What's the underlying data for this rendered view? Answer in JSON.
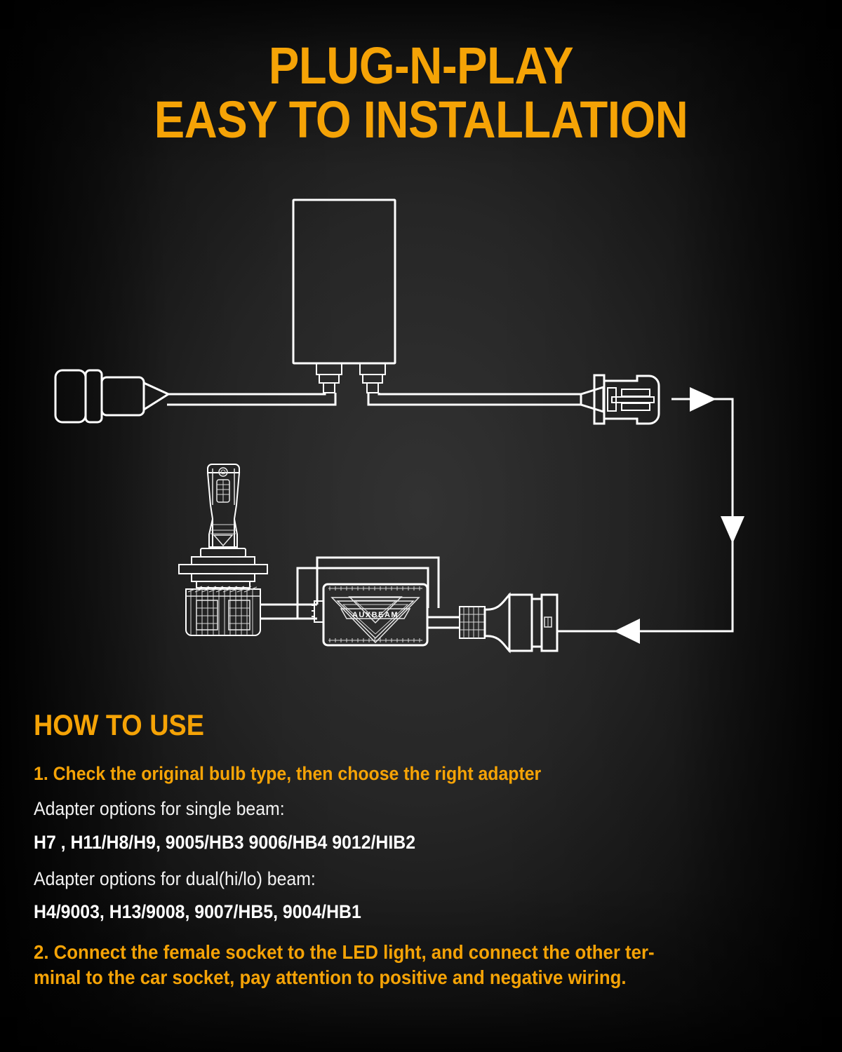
{
  "page": {
    "background_color": "#141414",
    "accent_color": "#F5A306",
    "line_color": "#FFFFFF"
  },
  "title": {
    "line1": "PLUG-N-PLAY",
    "line2": "EASY TO INSTALLATION"
  },
  "diagram": {
    "brand_logo_text": "AUXBEAM",
    "parts": {
      "relay_box": "relay-control-box",
      "female_socket": "female-socket-connector",
      "male_socket": "male-socket-connector",
      "led_bulb": "led-headlight-bulb",
      "driver_box": "led-driver-box",
      "driver_connector": "driver-output-connector"
    },
    "flow_arrows": 3
  },
  "howto": {
    "heading": "HOW TO USE",
    "step1": "1. Check the original bulb type, then choose the right adapter",
    "single_beam_label": "Adapter options for single beam:",
    "single_beam_values": "H7 , H11/H8/H9, 9005/HB3 9006/HB4 9012/HIB2",
    "dual_beam_label": "Adapter options for dual(hi/lo) beam:",
    "dual_beam_values": "H4/9003, H13/9008, 9007/HB5, 9004/HB1",
    "step2_line1": "2. Connect the female socket to the LED light, and connect the other ter-",
    "step2_line2": "minal to the car socket, pay attention to positive and negative wiring."
  }
}
